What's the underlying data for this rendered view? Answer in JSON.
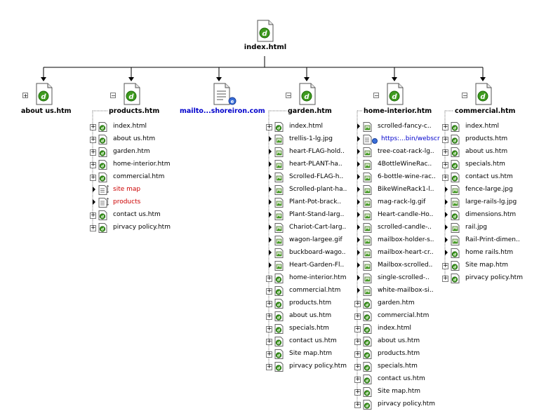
{
  "root": {
    "label": "index.html"
  },
  "columns": [
    {
      "label": "about us.htm",
      "expander": "+",
      "type": "page",
      "items": []
    },
    {
      "label": "products.htm",
      "expander": "−",
      "type": "page",
      "items": [
        {
          "label": "index.html",
          "kind": "page",
          "ctrl": "plus"
        },
        {
          "label": "about us.htm",
          "kind": "page",
          "ctrl": "plus"
        },
        {
          "label": "garden.htm",
          "kind": "page",
          "ctrl": "plus"
        },
        {
          "label": "home-interior.htm",
          "kind": "page",
          "ctrl": "plus"
        },
        {
          "label": "commercial.htm",
          "kind": "page",
          "ctrl": "plus"
        },
        {
          "label": "site map",
          "kind": "anchor",
          "ctrl": "arrow",
          "color": "red"
        },
        {
          "label": "products",
          "kind": "anchor",
          "ctrl": "arrow",
          "color": "red"
        },
        {
          "label": "contact us.htm",
          "kind": "page",
          "ctrl": "plus"
        },
        {
          "label": "pirvacy policy.htm",
          "kind": "page",
          "ctrl": "plus"
        }
      ]
    },
    {
      "label": "mailto...shoreiron.com",
      "expander": "",
      "type": "doc",
      "items": []
    },
    {
      "label": "garden.htm",
      "expander": "−",
      "type": "page",
      "items": [
        {
          "label": "index.html",
          "kind": "page",
          "ctrl": "plus"
        },
        {
          "label": "trellis-1-lg.jpg",
          "kind": "image",
          "ctrl": "arrow"
        },
        {
          "label": "heart-FLAG-hold..",
          "kind": "image",
          "ctrl": "arrow"
        },
        {
          "label": "heart-PLANT-ha..",
          "kind": "image",
          "ctrl": "arrow"
        },
        {
          "label": "Scrolled-FLAG-h..",
          "kind": "image",
          "ctrl": "arrow"
        },
        {
          "label": "Scrolled-plant-ha..",
          "kind": "image",
          "ctrl": "arrow"
        },
        {
          "label": "Plant-Pot-brack..",
          "kind": "image",
          "ctrl": "arrow"
        },
        {
          "label": "Plant-Stand-larg..",
          "kind": "image",
          "ctrl": "arrow"
        },
        {
          "label": "Chariot-Cart-larg..",
          "kind": "image",
          "ctrl": "arrow"
        },
        {
          "label": "wagon-largee.gif",
          "kind": "image",
          "ctrl": "arrow"
        },
        {
          "label": "buckboard-wago..",
          "kind": "image",
          "ctrl": "arrow"
        },
        {
          "label": "Heart-Garden-Fl..",
          "kind": "image",
          "ctrl": "arrow"
        },
        {
          "label": "home-interior.htm",
          "kind": "page",
          "ctrl": "plus"
        },
        {
          "label": "commercial.htm",
          "kind": "page",
          "ctrl": "plus"
        },
        {
          "label": "products.htm",
          "kind": "page",
          "ctrl": "plus"
        },
        {
          "label": "about us.htm",
          "kind": "page",
          "ctrl": "plus"
        },
        {
          "label": "specials.htm",
          "kind": "page",
          "ctrl": "plus"
        },
        {
          "label": "contact us.htm",
          "kind": "page",
          "ctrl": "plus"
        },
        {
          "label": "Site map.htm",
          "kind": "page",
          "ctrl": "plus"
        },
        {
          "label": "pirvacy policy.htm",
          "kind": "page",
          "ctrl": "plus"
        }
      ]
    },
    {
      "label": "home-interior.htm",
      "expander": "−",
      "type": "page",
      "items": [
        {
          "label": "scrolled-fancy-c..",
          "kind": "image",
          "ctrl": "arrow"
        },
        {
          "label": "https:...bin/webscr",
          "kind": "link",
          "ctrl": "arrow",
          "color": "blue"
        },
        {
          "label": "tree-coat-rack-lg..",
          "kind": "image",
          "ctrl": "arrow"
        },
        {
          "label": "4BottleWineRac..",
          "kind": "image",
          "ctrl": "arrow"
        },
        {
          "label": "6-bottle-wine-rac..",
          "kind": "image",
          "ctrl": "arrow"
        },
        {
          "label": "BikeWineRack1-l..",
          "kind": "image",
          "ctrl": "arrow"
        },
        {
          "label": "mag-rack-lg.gif",
          "kind": "image",
          "ctrl": "arrow"
        },
        {
          "label": "Heart-candle-Ho..",
          "kind": "image",
          "ctrl": "arrow"
        },
        {
          "label": "scrolled-candle-..",
          "kind": "image",
          "ctrl": "arrow"
        },
        {
          "label": "mailbox-holder-s..",
          "kind": "image",
          "ctrl": "arrow"
        },
        {
          "label": "mailbox-heart-cr..",
          "kind": "image",
          "ctrl": "arrow"
        },
        {
          "label": "Mailbox-scrolled..",
          "kind": "image",
          "ctrl": "arrow"
        },
        {
          "label": "single-scrolled-..",
          "kind": "image",
          "ctrl": "arrow"
        },
        {
          "label": "white-mailbox-si..",
          "kind": "image",
          "ctrl": "arrow"
        },
        {
          "label": "garden.htm",
          "kind": "page",
          "ctrl": "plus"
        },
        {
          "label": "commercial.htm",
          "kind": "page",
          "ctrl": "plus"
        },
        {
          "label": "index.html",
          "kind": "page",
          "ctrl": "plus"
        },
        {
          "label": "about us.htm",
          "kind": "page",
          "ctrl": "plus"
        },
        {
          "label": "products.htm",
          "kind": "page",
          "ctrl": "plus"
        },
        {
          "label": "specials.htm",
          "kind": "page",
          "ctrl": "plus"
        },
        {
          "label": "contact us.htm",
          "kind": "page",
          "ctrl": "plus"
        },
        {
          "label": "Site map.htm",
          "kind": "page",
          "ctrl": "plus"
        },
        {
          "label": "pirvacy policy.htm",
          "kind": "page",
          "ctrl": "plus"
        }
      ]
    },
    {
      "label": "commercial.htm",
      "expander": "−",
      "type": "page",
      "items": [
        {
          "label": "index.html",
          "kind": "page",
          "ctrl": "plus"
        },
        {
          "label": "products.htm",
          "kind": "page",
          "ctrl": "plus"
        },
        {
          "label": "about us.htm",
          "kind": "page",
          "ctrl": "plus"
        },
        {
          "label": "specials.htm",
          "kind": "page",
          "ctrl": "plus"
        },
        {
          "label": "contact us.htm",
          "kind": "page",
          "ctrl": "plus"
        },
        {
          "label": "fence-large.jpg",
          "kind": "image",
          "ctrl": "arrow"
        },
        {
          "label": "large-rails-lg.jpg",
          "kind": "image",
          "ctrl": "arrow"
        },
        {
          "label": "dimensions.htm",
          "kind": "page",
          "ctrl": "arrow"
        },
        {
          "label": "rail.jpg",
          "kind": "image",
          "ctrl": "arrow"
        },
        {
          "label": "Rail-Print-dimen..",
          "kind": "image",
          "ctrl": "arrow"
        },
        {
          "label": "home rails.htm",
          "kind": "page",
          "ctrl": "arrow"
        },
        {
          "label": "Site map.htm",
          "kind": "page",
          "ctrl": "plus"
        },
        {
          "label": "pirvacy policy.htm",
          "kind": "page",
          "ctrl": "plus"
        }
      ]
    }
  ],
  "colors": {
    "page_icon_green": "#3e9a1e",
    "link_blue": "#0000cc",
    "anchor_red": "#cc0000"
  }
}
